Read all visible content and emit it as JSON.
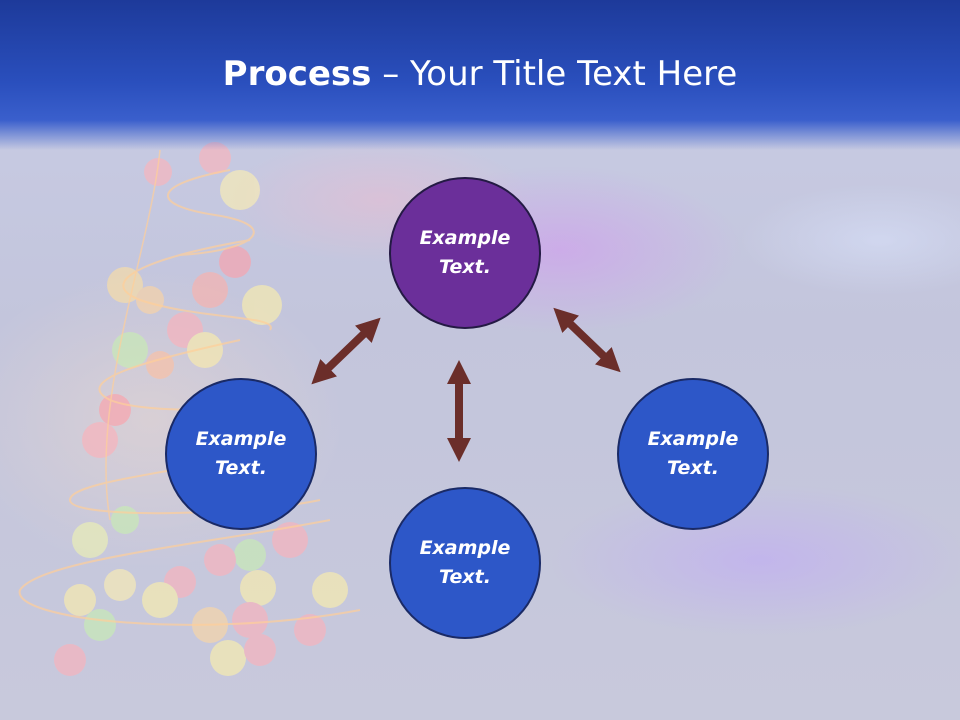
{
  "title": {
    "bold": "Process",
    "separator": " – ",
    "rest": "Your Title Text Here"
  },
  "nodes": {
    "top": "Example Text.",
    "left": "Example Text.",
    "right": "Example Text.",
    "bottom": "Example Text."
  },
  "colors": {
    "title_bar": "#2a4fbd",
    "node_primary": "#6b2f9a",
    "node_secondary": "#2d57c8",
    "arrow": "#6b2e2a",
    "text": "#ffffff"
  }
}
